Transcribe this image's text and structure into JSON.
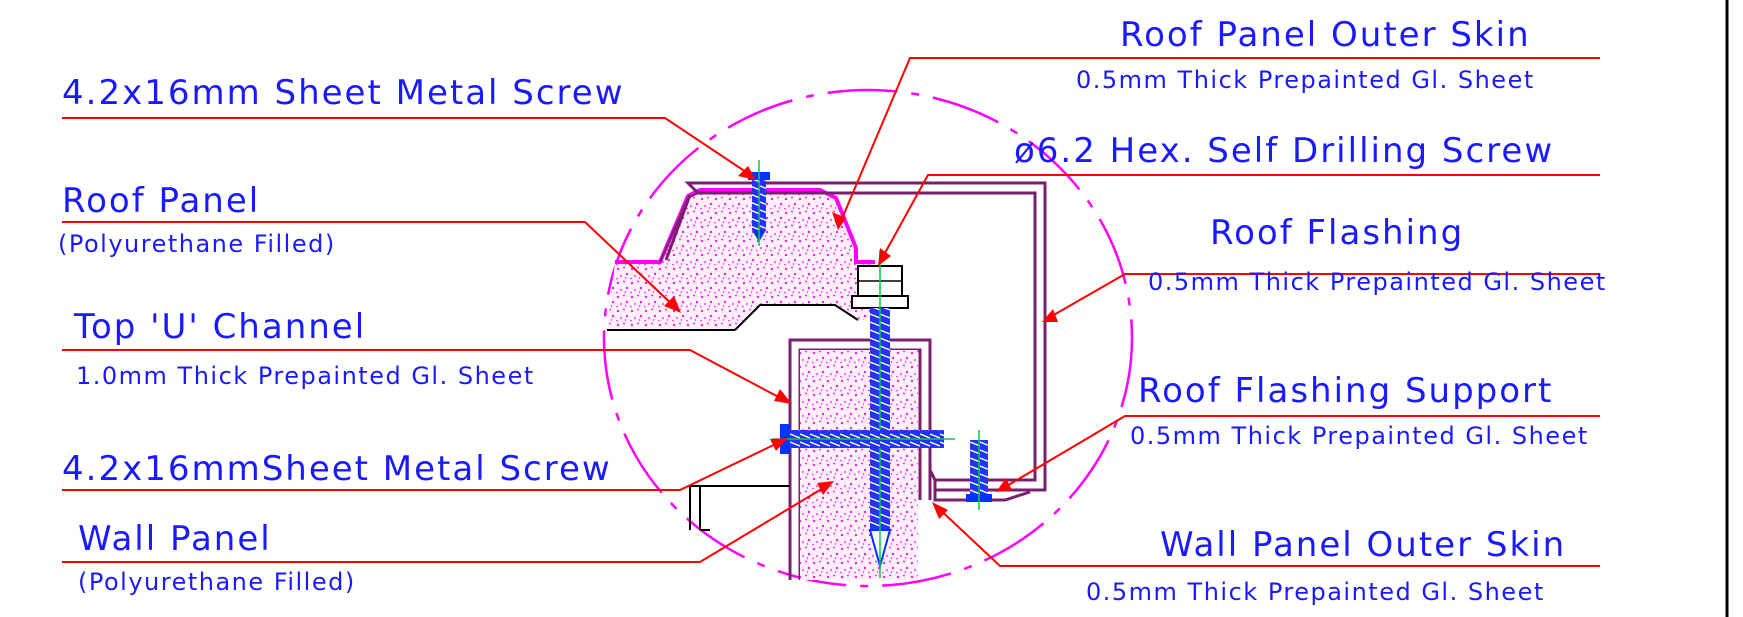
{
  "labels": {
    "roof_outer_skin_title": "Roof Panel Outer Skin",
    "roof_outer_skin_spec": "0.5mm Thick Prepainted Gl. Sheet",
    "sheet_screw_top": "4.2x16mm Sheet Metal Screw",
    "hex_screw": "ø6.2 Hex. Self Drilling Screw",
    "roof_panel_title": "Roof Panel",
    "roof_panel_sub": "(Polyurethane Filled)",
    "roof_flashing_title": "Roof Flashing",
    "roof_flashing_spec": "0.5mm Thick Prepainted Gl. Sheet",
    "top_u_channel_title": "Top 'U' Channel",
    "top_u_channel_spec": "1.0mm Thick Prepainted Gl. Sheet",
    "roof_flashing_support_title": "Roof Flashing Support",
    "roof_flashing_support_spec": "0.5mm Thick Prepainted Gl. Sheet",
    "sheet_screw_bottom": "4.2x16mmSheet Metal Screw",
    "wall_panel_title": "Wall Panel",
    "wall_panel_sub": "(Polyurethane Filled)",
    "wall_outer_skin_title": "Wall Panel Outer Skin",
    "wall_outer_skin_spec": "0.5mm Thick Prepainted Gl. Sheet"
  },
  "colors": {
    "text": "#1a1aff",
    "leader": "#ff0000",
    "foam": "#ff00ff",
    "sheet": "#7a1f6e",
    "screw": "#0033ff"
  }
}
